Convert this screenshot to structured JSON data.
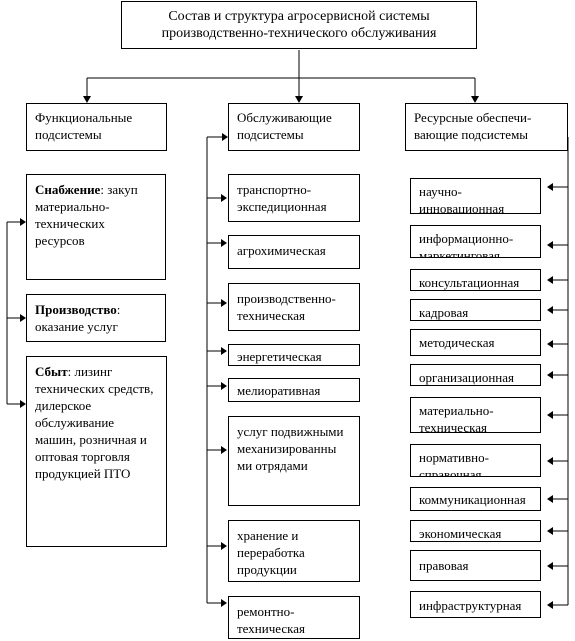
{
  "root": {
    "line1": "Состав и структура  агросервисной системы",
    "line2": "производственно-технического обслуживания"
  },
  "columns": {
    "functional": {
      "line1": "Функциональные",
      "line2": "подсистемы",
      "items": [
        {
          "head": "Снабжение",
          "tail": ":",
          "body": "закуп материально-технических ресурсов"
        },
        {
          "head": "Производство",
          "tail": ":",
          "body": "оказание услуг"
        },
        {
          "head": "Сбыт",
          "tail": ":",
          "body": "лизинг технических средств, дилерское обслуживание машин, розничная и оптовая торговля продукцией ПТО"
        }
      ]
    },
    "service": {
      "line1": "Обслуживающие",
      "line2": "подсистемы",
      "items": [
        "транспортно-экспедиционная",
        "агрохимическая",
        "производственно-техническая",
        "энергетическая",
        "мелиоративная",
        "услуг подвижными механизированны ми отрядами",
        "хранение и переработка продукции",
        "ремонтно-техническая"
      ]
    },
    "resource": {
      "line1": "Ресурсные обеспечи-",
      "line2": "вающие подсистемы",
      "items": [
        "научно-инновационная",
        "информационно-маркетинговая",
        "консультационная",
        "кадровая",
        "методическая",
        "организационная",
        "материально-техническая",
        "нормативно-справочная",
        "коммуникационная",
        "экономическая",
        "правовая",
        "инфраструктурная"
      ]
    }
  }
}
